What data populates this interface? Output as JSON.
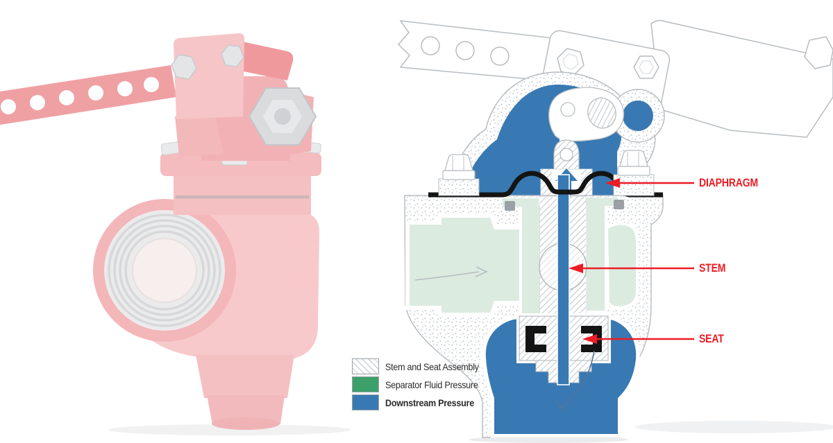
{
  "illustration": {
    "callouts": [
      {
        "label": "DIAPHRAGM"
      },
      {
        "label": "STEM"
      },
      {
        "label": "SEAT"
      }
    ],
    "legend": [
      {
        "label": "Stem and Seat Assembly",
        "swatch": "hatch",
        "emphasis": false
      },
      {
        "label": "Separator Fluid Pressure",
        "swatch": "green",
        "emphasis": false
      },
      {
        "label": "Downstream Pressure",
        "swatch": "blue",
        "emphasis": true
      }
    ]
  },
  "colors": {
    "callout_red": "#ec1c24",
    "downstream_blue": "#3879b3",
    "separator_green": "#3da06b",
    "pale_green": "#dcebe0",
    "outline_gray": "#b7bcc0",
    "stipple_gray": "#c9ced2",
    "diaphragm_black": "#141414",
    "legend_text": "#2b2b2b",
    "photo_red": "#efa0a3",
    "photo_red_pale": "#f6c5c7"
  }
}
